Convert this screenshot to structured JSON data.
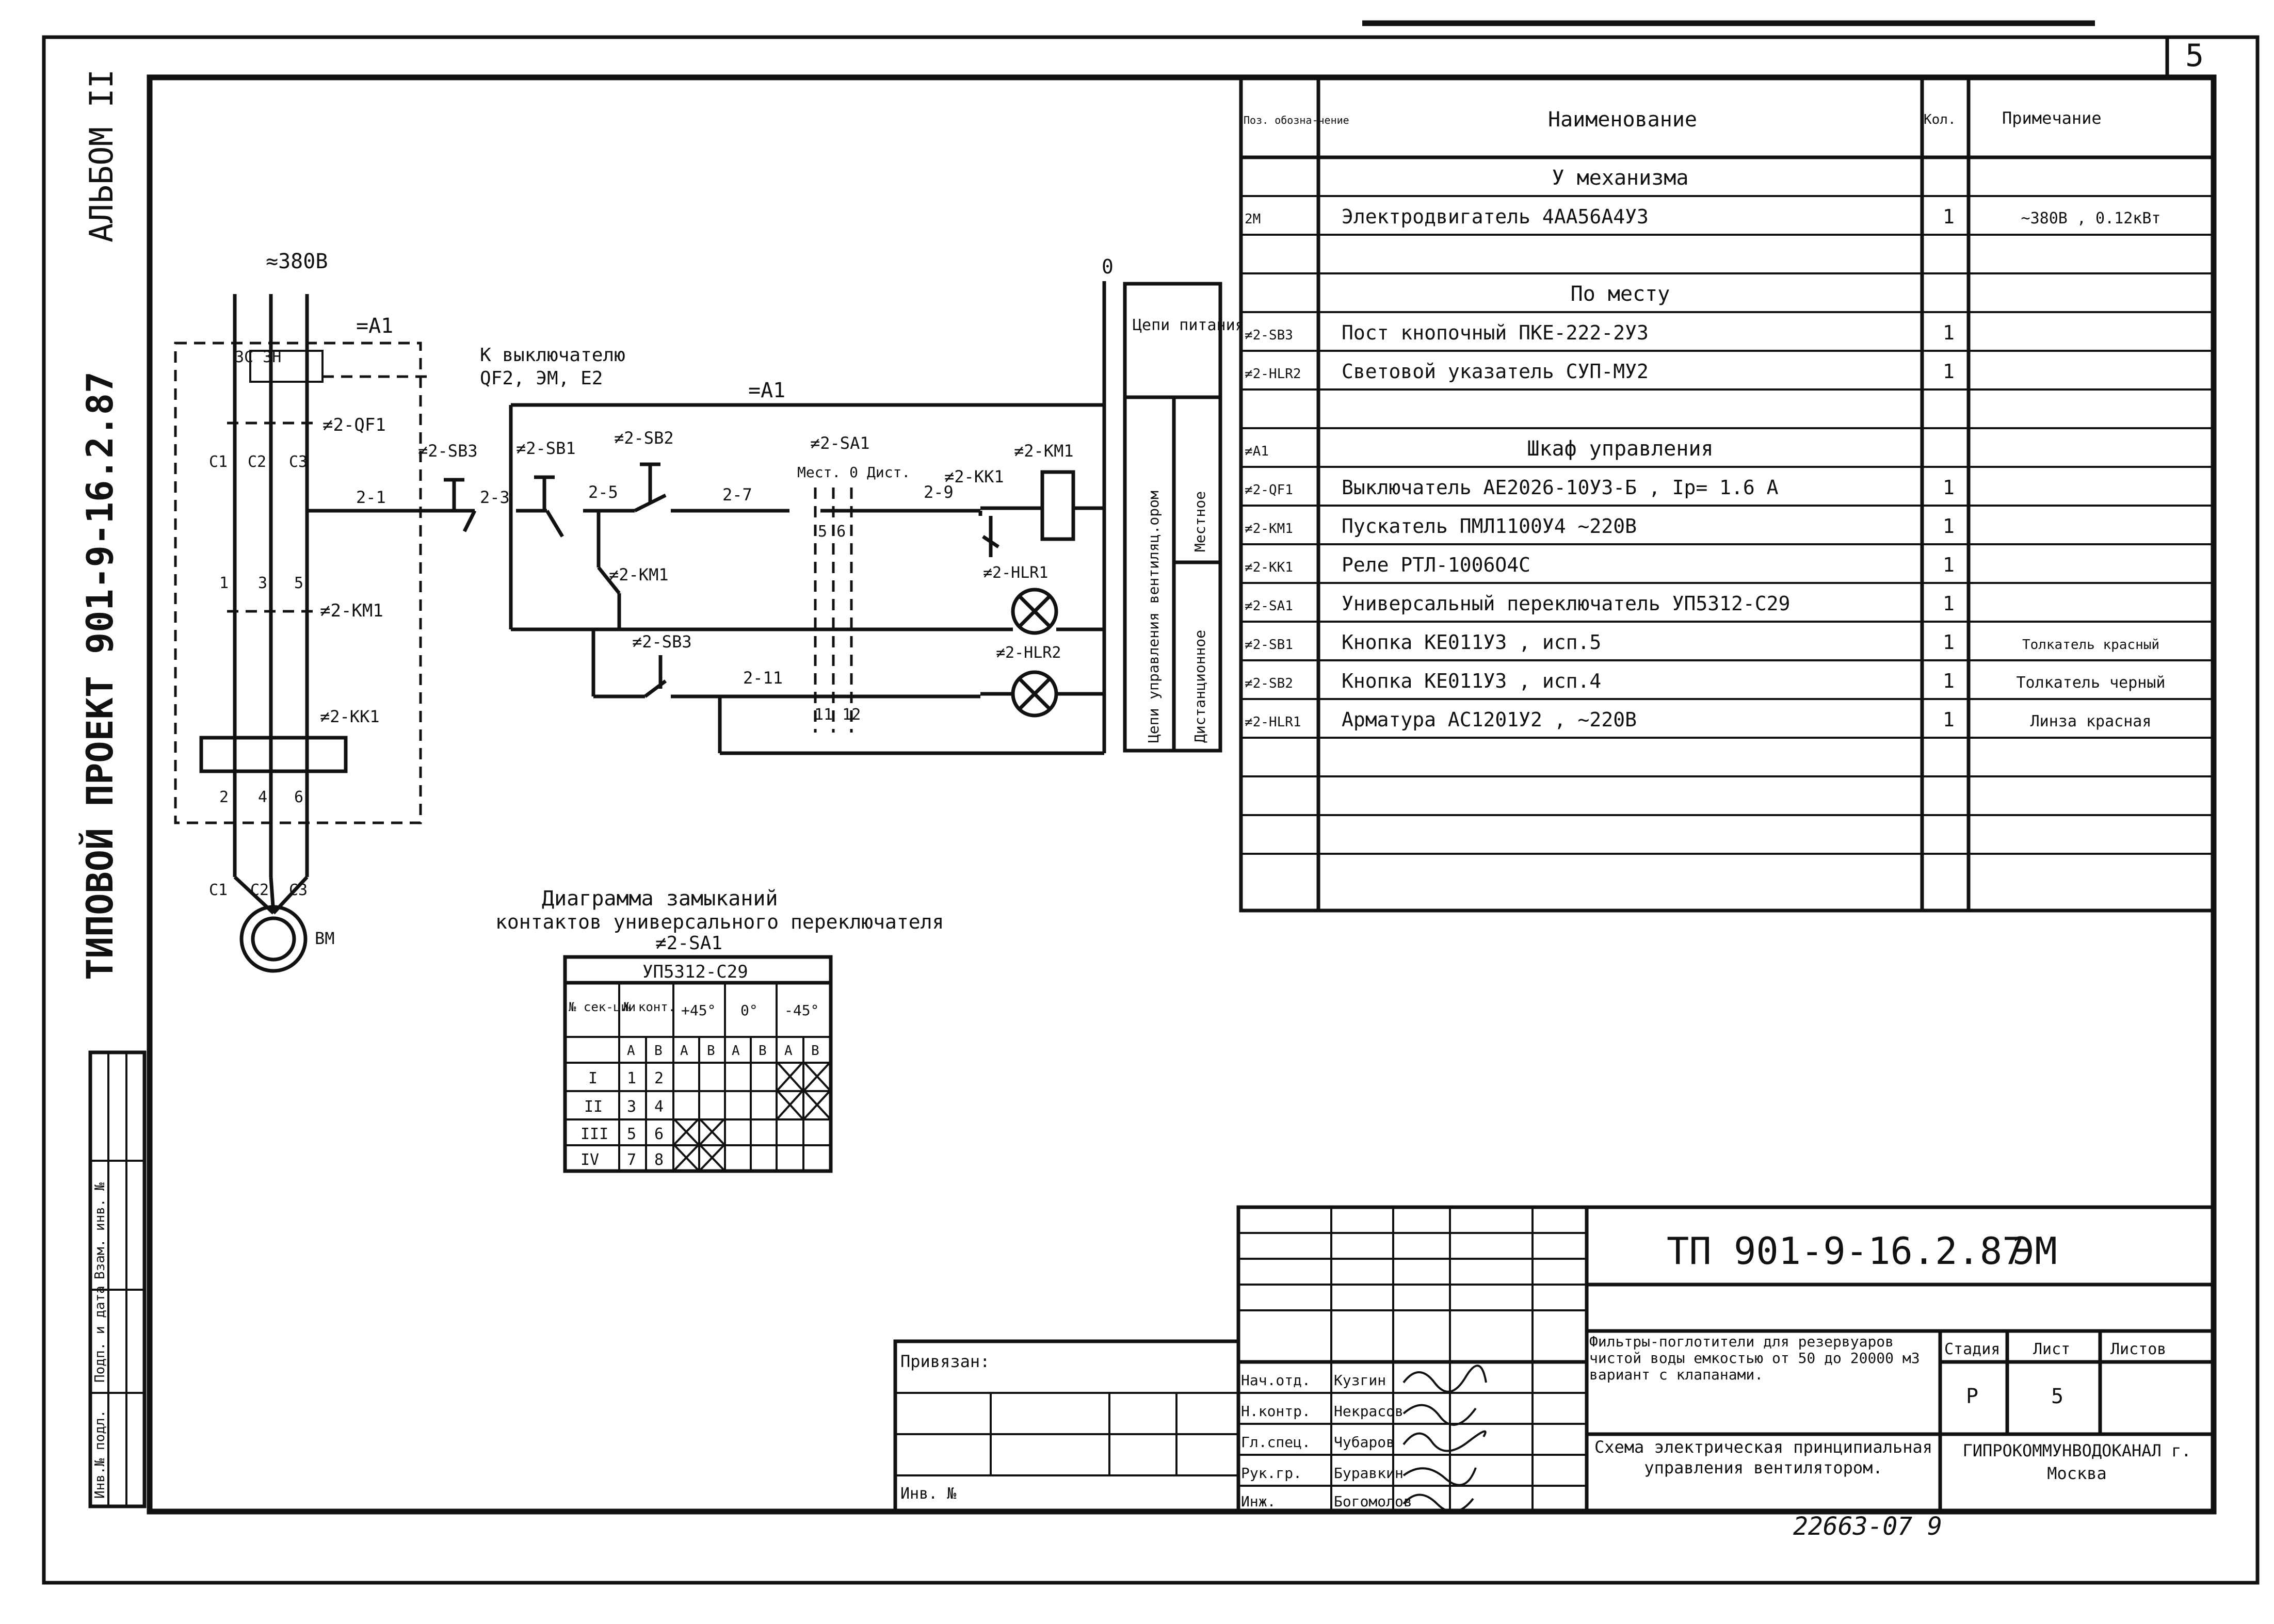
{
  "sheet_number": "5",
  "album": "АЛЬБОМ II",
  "vertical_title": "ТИПОВОЙ ПРОЕКТ 901-9-16.2.87",
  "left_strip": [
    "Инв.№ подл.",
    "Подп. и дата",
    "Взам. инв. №"
  ],
  "schematic": {
    "supply": "≈380В",
    "a1_box": "=А1",
    "a1_main": "=А1",
    "to_switch_line1": "К выключателю",
    "to_switch_line2": "QF2, ЭМ, Е2",
    "zero": "0",
    "fuse": "3С 3Н",
    "qf1": "≠2-QF1",
    "km1_main": "≠2-KM1",
    "kk1_main": "≠2-KK1",
    "motor": "BM",
    "terminals_top": [
      "С1",
      "С2",
      "С3"
    ],
    "terminals_mid": [
      "1",
      "3",
      "5"
    ],
    "terminals_low": [
      "2",
      "4",
      "6"
    ],
    "terminals_motor": [
      "С1",
      "С2",
      "С3"
    ],
    "sb3": "≠2-SB3",
    "sb1": "≠2-SB1",
    "s22": "≠2-SB2",
    "sa1": "≠2-SA1",
    "sa1_mest": "Мест. 0",
    "sa1_dist": "Дист.",
    "km1_coil": "≠2-KM1",
    "kk1_contact": "≠2-KK1",
    "km1_contact": "≠2-KM1",
    "sb3_low": "≠2-SB3",
    "hl1": "≠2-HLR1",
    "hl2": "≠2-HLR2",
    "wire_labels": [
      "2-1",
      "2-3",
      "2-5",
      "2-7",
      "2-9",
      "2-11"
    ],
    "sa_contacts_top": "5 6",
    "sa_contacts_low": "11 12",
    "side_box": {
      "power": "Цепи питания",
      "control": "Цепи управления вентиляц.ором",
      "local": "Местное",
      "remote": "Дистанционное"
    }
  },
  "diagram_title_line1": "Диаграмма замыканий",
  "diagram_title_line2": "контактов универсального переключателя",
  "diagram_title_line3": "≠2-SA1",
  "switch_table": {
    "model": "УП5312-С29",
    "h_section": "№ сек-ции",
    "h_contact": "№ конт.",
    "h_pos": [
      "+45°",
      "0°",
      "-45°"
    ],
    "sub": [
      "А",
      "В",
      "А",
      "В",
      "А",
      "В",
      "А",
      "В"
    ],
    "rows": [
      {
        "sec": "I",
        "c1": "1",
        "c2": "2"
      },
      {
        "sec": "II",
        "c1": "3",
        "c2": "4"
      },
      {
        "sec": "III",
        "c1": "5",
        "c2": "6"
      },
      {
        "sec": "IV",
        "c1": "7",
        "c2": "8"
      }
    ]
  },
  "spec": {
    "headers": {
      "pos": "Поз. обозна-чение",
      "name": "Наименование",
      "qty": "Кол.",
      "note": "Примечание"
    },
    "rows": [
      {
        "pos": "",
        "name": "У механизма",
        "qty": "",
        "note": "",
        "center": true
      },
      {
        "pos": "2М",
        "name": "Электродвигатель   4АА56А4У3",
        "qty": "1",
        "note": "~380В , 0.12кВт",
        "center": false
      },
      {
        "pos": "",
        "name": "",
        "qty": "",
        "note": "",
        "center": false
      },
      {
        "pos": "",
        "name": "По месту",
        "qty": "",
        "note": "",
        "center": true
      },
      {
        "pos": "≠2-SB3",
        "name": "Пост кнопочный   ПКЕ-222-2У3",
        "qty": "1",
        "note": "",
        "center": false
      },
      {
        "pos": "≠2-HLR2",
        "name": "Световой указатель   СУП-МУ2",
        "qty": "1",
        "note": "",
        "center": false
      },
      {
        "pos": "",
        "name": "",
        "qty": "",
        "note": "",
        "center": false
      },
      {
        "pos": "≠А1",
        "name": "Шкаф управления",
        "qty": "",
        "note": "",
        "center": true
      },
      {
        "pos": "≠2-QF1",
        "name": "Выключатель   АЕ2026-10У3-Б , Iр= 1.6 А",
        "qty": "1",
        "note": "",
        "center": false
      },
      {
        "pos": "≠2-KM1",
        "name": "Пускатель   ПМЛ1100У4   ~220В",
        "qty": "1",
        "note": "",
        "center": false
      },
      {
        "pos": "≠2-KK1",
        "name": "Реле   РТЛ-1006О4С",
        "qty": "1",
        "note": "",
        "center": false
      },
      {
        "pos": "≠2-SA1",
        "name": "Универсальный переключатель УП5312-С29",
        "qty": "1",
        "note": "",
        "center": false
      },
      {
        "pos": "≠2-SB1",
        "name": "Кнопка   КЕ011У3 ,   исп.5",
        "qty": "1",
        "note": "Толкатель красный",
        "center": false
      },
      {
        "pos": "≠2-SB2",
        "name": "Кнопка   КЕ011У3 , исп.4",
        "qty": "1",
        "note": "Толкатель черный",
        "center": false
      },
      {
        "pos": "≠2-HLR1",
        "name": "Арматура   АС1201У2 ,  ~220В",
        "qty": "1",
        "note": "Линза красная",
        "center": false
      },
      {
        "pos": "",
        "name": "",
        "qty": "",
        "note": "",
        "center": false
      },
      {
        "pos": "",
        "name": "",
        "qty": "",
        "note": "",
        "center": false
      },
      {
        "pos": "",
        "name": "",
        "qty": "",
        "note": "",
        "center": false
      }
    ]
  },
  "title_block": {
    "code": "ТП 901-9-16.2.87",
    "mark": "ЭМ",
    "privyazan": "Привязан:",
    "inv": "Инв. №",
    "roles": [
      "Нач.отд.",
      "Н.контр.",
      "Гл.спец.",
      "Рук.гр.",
      "Инж."
    ],
    "names": [
      "Кузгин",
      "Некрасов",
      "Чубаров",
      "Буравкин",
      "Богомолов"
    ],
    "object": "Фильтры-поглотители для резервуаров чистой воды емкостью от 50 до 20000 м3 вариант с клапанами.",
    "drawing": "Схема электрическая принципиальная управления вентилятором.",
    "stage_h": "Стадия",
    "sheet_h": "Лист",
    "sheets_h": "Листов",
    "stage": "Р",
    "sheet": "5",
    "org": "ГИПРОКОММУНВОДОКАНАЛ г. Москва"
  },
  "stamp_number": "22663-07 9"
}
